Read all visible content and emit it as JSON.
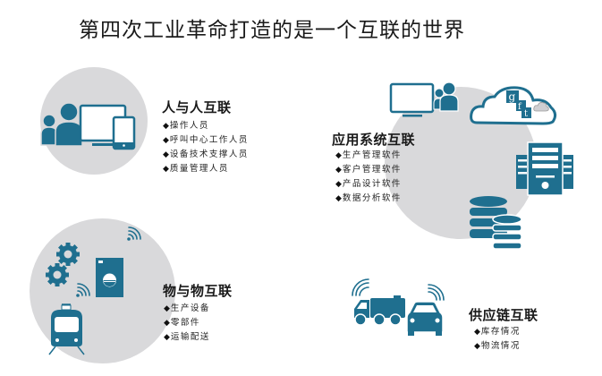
{
  "title": "第四次工业革命打造的是一个互联的世界",
  "colors": {
    "accent": "#1f6f8f",
    "circle": "#d9d9db",
    "background": "#ffffff",
    "text": "#1a1a1a"
  },
  "bullet_glyph": "◆",
  "sections": {
    "people": {
      "heading": "人与人互联",
      "items": [
        "操作人员",
        "呼叫中心工作人员",
        "设备技术支撑人员",
        "质量管理人员"
      ],
      "icons": [
        "people-icon",
        "monitor-icon",
        "tablet-icon"
      ]
    },
    "systems": {
      "heading": "应用系统互联",
      "items": [
        "生产管理软件",
        "客户管理软件",
        "产品设计软件",
        "数据分析软件"
      ],
      "icons": [
        "monitor-people-icon",
        "cloud-icon",
        "server-icon",
        "database-icon"
      ],
      "cloud_letters": [
        "g",
        "f",
        "t"
      ]
    },
    "things": {
      "heading": "物与物互联",
      "items": [
        "生产设备",
        "零部件",
        "运输配送"
      ],
      "icons": [
        "gear-icon",
        "wifi-icon",
        "washing-machine-icon",
        "train-icon"
      ]
    },
    "supply": {
      "heading": "供应链互联",
      "items": [
        "库存情况",
        "物流情况"
      ],
      "icons": [
        "truck-icon",
        "car-icon",
        "wifi-icon"
      ]
    }
  }
}
